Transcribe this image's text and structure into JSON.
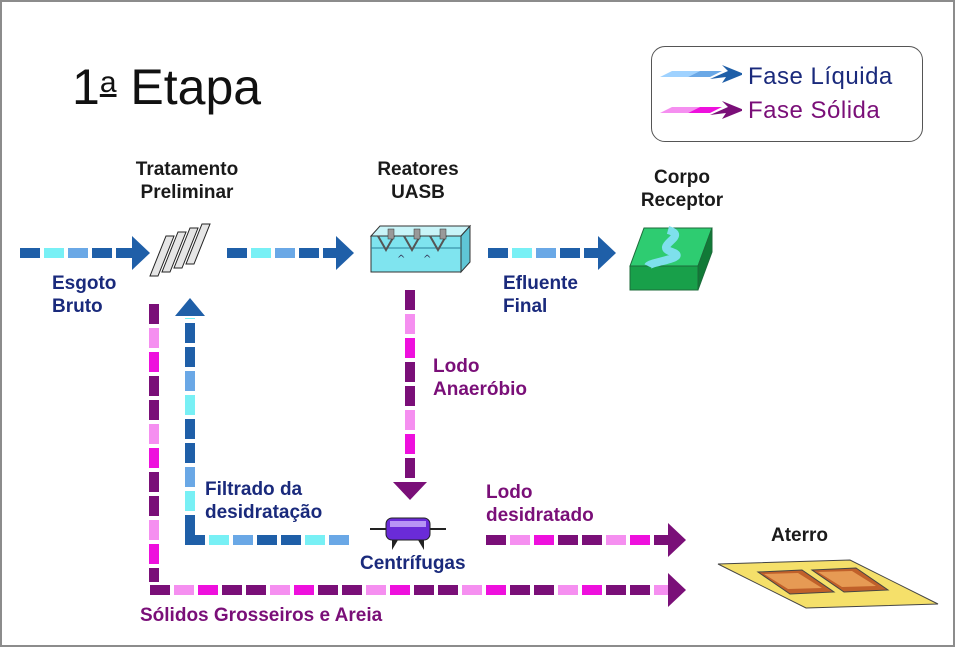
{
  "title": {
    "main": "1",
    "super": "a",
    "rest": " Etapa"
  },
  "legend": {
    "liquid": {
      "label": "Fase Líquida",
      "color": "#1a2a7c"
    },
    "solid": {
      "label": "Fase Sólida",
      "color": "#7a0f78"
    }
  },
  "nodes": {
    "preliminary": {
      "line1": "Tratamento",
      "line2": "Preliminar"
    },
    "uasb": {
      "line1": "Reatores",
      "line2": "UASB"
    },
    "receiver": {
      "line1": "Corpo",
      "line2": "Receptor"
    },
    "landfill": "Aterro",
    "centrifuges": "Centrífugas"
  },
  "flows": {
    "raw_sewage": {
      "line1": "Esgoto",
      "line2": "Bruto"
    },
    "final_effluent": {
      "line1": "Efluente",
      "line2": "Final"
    },
    "anaerobic_sludge": {
      "line1": "Lodo",
      "line2": "Anaeróbio"
    },
    "filtrate": {
      "line1": "Filtrado da",
      "line2": "desidratação"
    },
    "dewatered_sludge": {
      "line1": "Lodo",
      "line2": "desidratado"
    },
    "coarse_solids": "Sólidos Grosseiros e Areia"
  },
  "colors": {
    "liquid_dark": "#1f5fa8",
    "liquid_light": "#78f0f5",
    "liquid_mid": "#6aa8e6",
    "solid_dark": "#7a0f78",
    "solid_bright": "#ee10dd",
    "solid_light": "#f58ff0"
  }
}
